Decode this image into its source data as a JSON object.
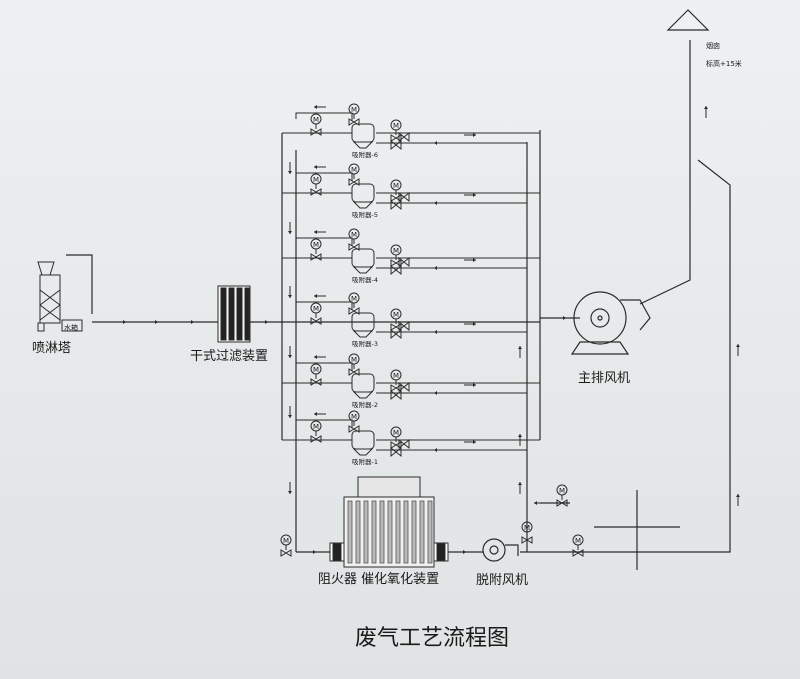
{
  "caption": "废气工艺流程图",
  "labels": {
    "spray_tower": "喷淋塔",
    "water_tank": "水箱",
    "dry_filter": "干式过滤装置",
    "main_fan": "主排风机",
    "chimney": "烟囱",
    "chimney_height": "标高+15米",
    "flame_arrester_rco": "阻火器 催化氧化装置",
    "desorption_fan": "脱附风机",
    "valve_symbol": "M"
  },
  "adsorbers": [
    {
      "label": "吸附器-6"
    },
    {
      "label": "吸附器-5"
    },
    {
      "label": "吸附器-4"
    },
    {
      "label": "吸附器-3"
    },
    {
      "label": "吸附器-2"
    },
    {
      "label": "吸附器-1"
    }
  ],
  "colors": {
    "line": "#2b2b2b",
    "screen": "#e8ebec"
  },
  "icons": [
    "flow-arrow-icon",
    "motor-valve-icon",
    "butterfly-valve-icon",
    "fan-icon"
  ]
}
